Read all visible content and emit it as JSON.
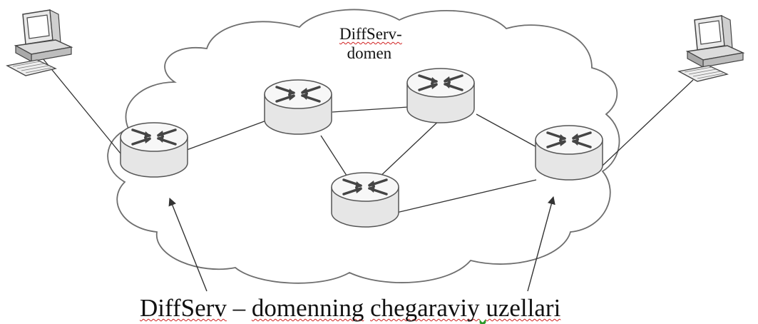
{
  "domain_label": {
    "line1": "DiffServ-",
    "line2": "domen"
  },
  "caption": {
    "part1": "DiffServ",
    "dash": " – ",
    "part2": "domenning",
    "space1": " ",
    "part3": "chegaraviy",
    "space2": " ",
    "part4": "uzellari"
  },
  "colors": {
    "line": "#333333",
    "cloud_stroke": "#6e6e6e",
    "router_fill": "#f4f4f4",
    "router_stroke": "#555555",
    "text": "#111111",
    "spell_mark": "#d02020"
  },
  "icons": [
    "computer-icon",
    "router-icon",
    "arrow-icon",
    "cloud-shape"
  ]
}
